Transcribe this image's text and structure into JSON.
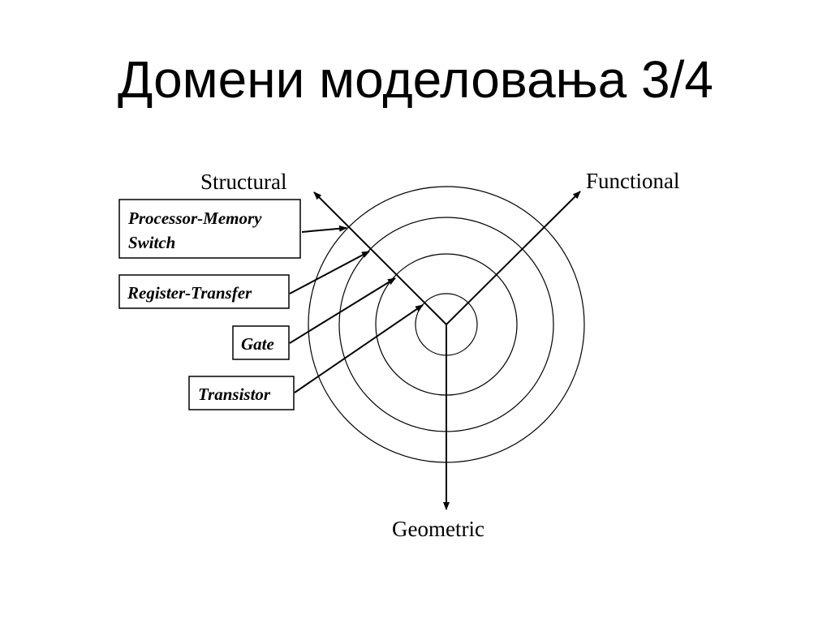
{
  "slide": {
    "title": "Домени моделовања 3/4"
  },
  "diagram": {
    "axes": {
      "structural": "Structural",
      "functional": "Functional",
      "geometric": "Geometric"
    },
    "levels": [
      {
        "line1": "Processor-Memory",
        "line2": "Switch"
      },
      {
        "line1": "Register-Transfer",
        "line2": ""
      },
      {
        "line1": "Gate",
        "line2": ""
      },
      {
        "line1": "Transistor",
        "line2": ""
      }
    ]
  }
}
